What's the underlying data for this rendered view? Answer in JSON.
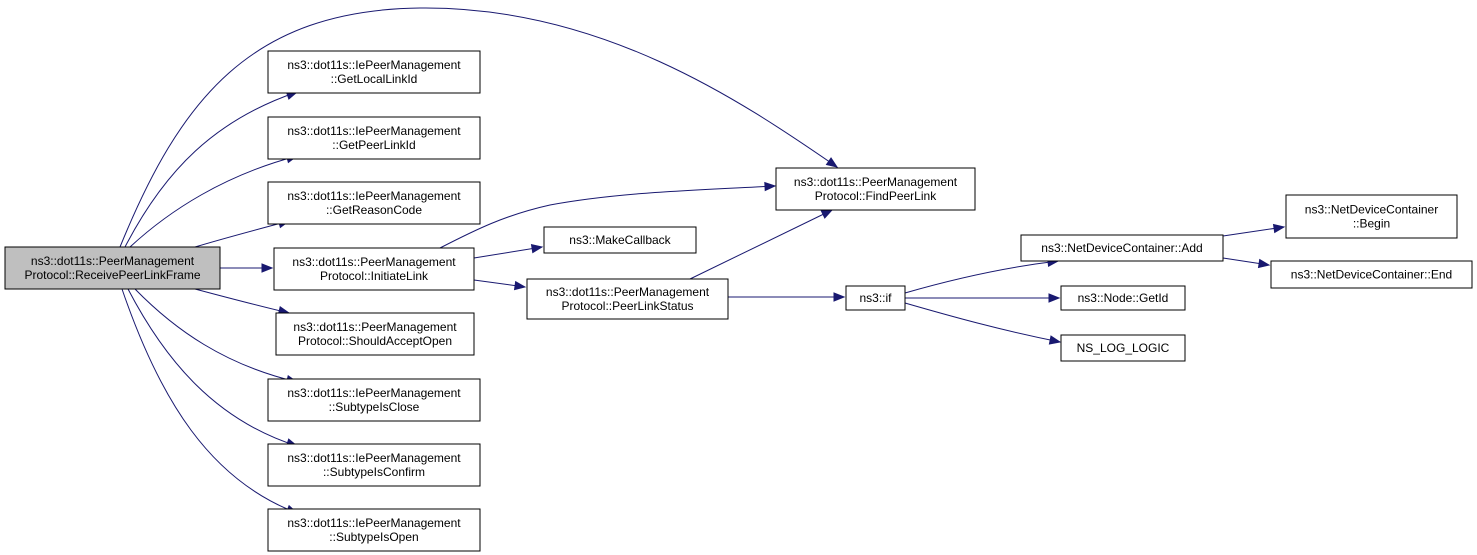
{
  "graph": {
    "colors": {
      "edge": "#191970",
      "root_fill": "#bfbfbf",
      "node_fill": "#ffffff",
      "node_border": "#000000"
    },
    "nodes": [
      {
        "id": "receive",
        "lines": [
          "ns3::dot11s::PeerManagement",
          "Protocol::ReceivePeerLinkFrame"
        ],
        "root": true
      },
      {
        "id": "getlocal",
        "lines": [
          "ns3::dot11s::IePeerManagement",
          "::GetLocalLinkId"
        ]
      },
      {
        "id": "getpeer",
        "lines": [
          "ns3::dot11s::IePeerManagement",
          "::GetPeerLinkId"
        ]
      },
      {
        "id": "getreason",
        "lines": [
          "ns3::dot11s::IePeerManagement",
          "::GetReasonCode"
        ]
      },
      {
        "id": "initiate",
        "lines": [
          "ns3::dot11s::PeerManagement",
          "Protocol::InitiateLink"
        ]
      },
      {
        "id": "shouldaccept",
        "lines": [
          "ns3::dot11s::PeerManagement",
          "Protocol::ShouldAcceptOpen"
        ]
      },
      {
        "id": "close",
        "lines": [
          "ns3::dot11s::IePeerManagement",
          "::SubtypeIsClose"
        ]
      },
      {
        "id": "confirm",
        "lines": [
          "ns3::dot11s::IePeerManagement",
          "::SubtypeIsConfirm"
        ]
      },
      {
        "id": "open",
        "lines": [
          "ns3::dot11s::IePeerManagement",
          "::SubtypeIsOpen"
        ]
      },
      {
        "id": "findpeer",
        "lines": [
          "ns3::dot11s::PeerManagement",
          "Protocol::FindPeerLink"
        ]
      },
      {
        "id": "makecallback",
        "lines": [
          "ns3::MakeCallback"
        ]
      },
      {
        "id": "peerstatus",
        "lines": [
          "ns3::dot11s::PeerManagement",
          "Protocol::PeerLinkStatus"
        ]
      },
      {
        "id": "if",
        "lines": [
          "ns3::if"
        ]
      },
      {
        "id": "add",
        "lines": [
          "ns3::NetDeviceContainer::Add"
        ]
      },
      {
        "id": "getid",
        "lines": [
          "ns3::Node::GetId"
        ]
      },
      {
        "id": "nslog",
        "lines": [
          "NS_LOG_LOGIC"
        ]
      },
      {
        "id": "begin",
        "lines": [
          "ns3::NetDeviceContainer",
          "::Begin"
        ]
      },
      {
        "id": "end",
        "lines": [
          "ns3::NetDeviceContainer::End"
        ]
      }
    ],
    "edges": [
      {
        "from": "receive",
        "to": "findpeer"
      },
      {
        "from": "receive",
        "to": "getlocal"
      },
      {
        "from": "receive",
        "to": "getpeer"
      },
      {
        "from": "receive",
        "to": "getreason"
      },
      {
        "from": "receive",
        "to": "initiate"
      },
      {
        "from": "receive",
        "to": "shouldaccept"
      },
      {
        "from": "receive",
        "to": "close"
      },
      {
        "from": "receive",
        "to": "confirm"
      },
      {
        "from": "receive",
        "to": "open"
      },
      {
        "from": "initiate",
        "to": "findpeer"
      },
      {
        "from": "initiate",
        "to": "makecallback"
      },
      {
        "from": "initiate",
        "to": "peerstatus"
      },
      {
        "from": "peerstatus",
        "to": "findpeer"
      },
      {
        "from": "peerstatus",
        "to": "if"
      },
      {
        "from": "if",
        "to": "add"
      },
      {
        "from": "if",
        "to": "getid"
      },
      {
        "from": "if",
        "to": "nslog"
      },
      {
        "from": "add",
        "to": "begin"
      },
      {
        "from": "add",
        "to": "end"
      }
    ]
  }
}
